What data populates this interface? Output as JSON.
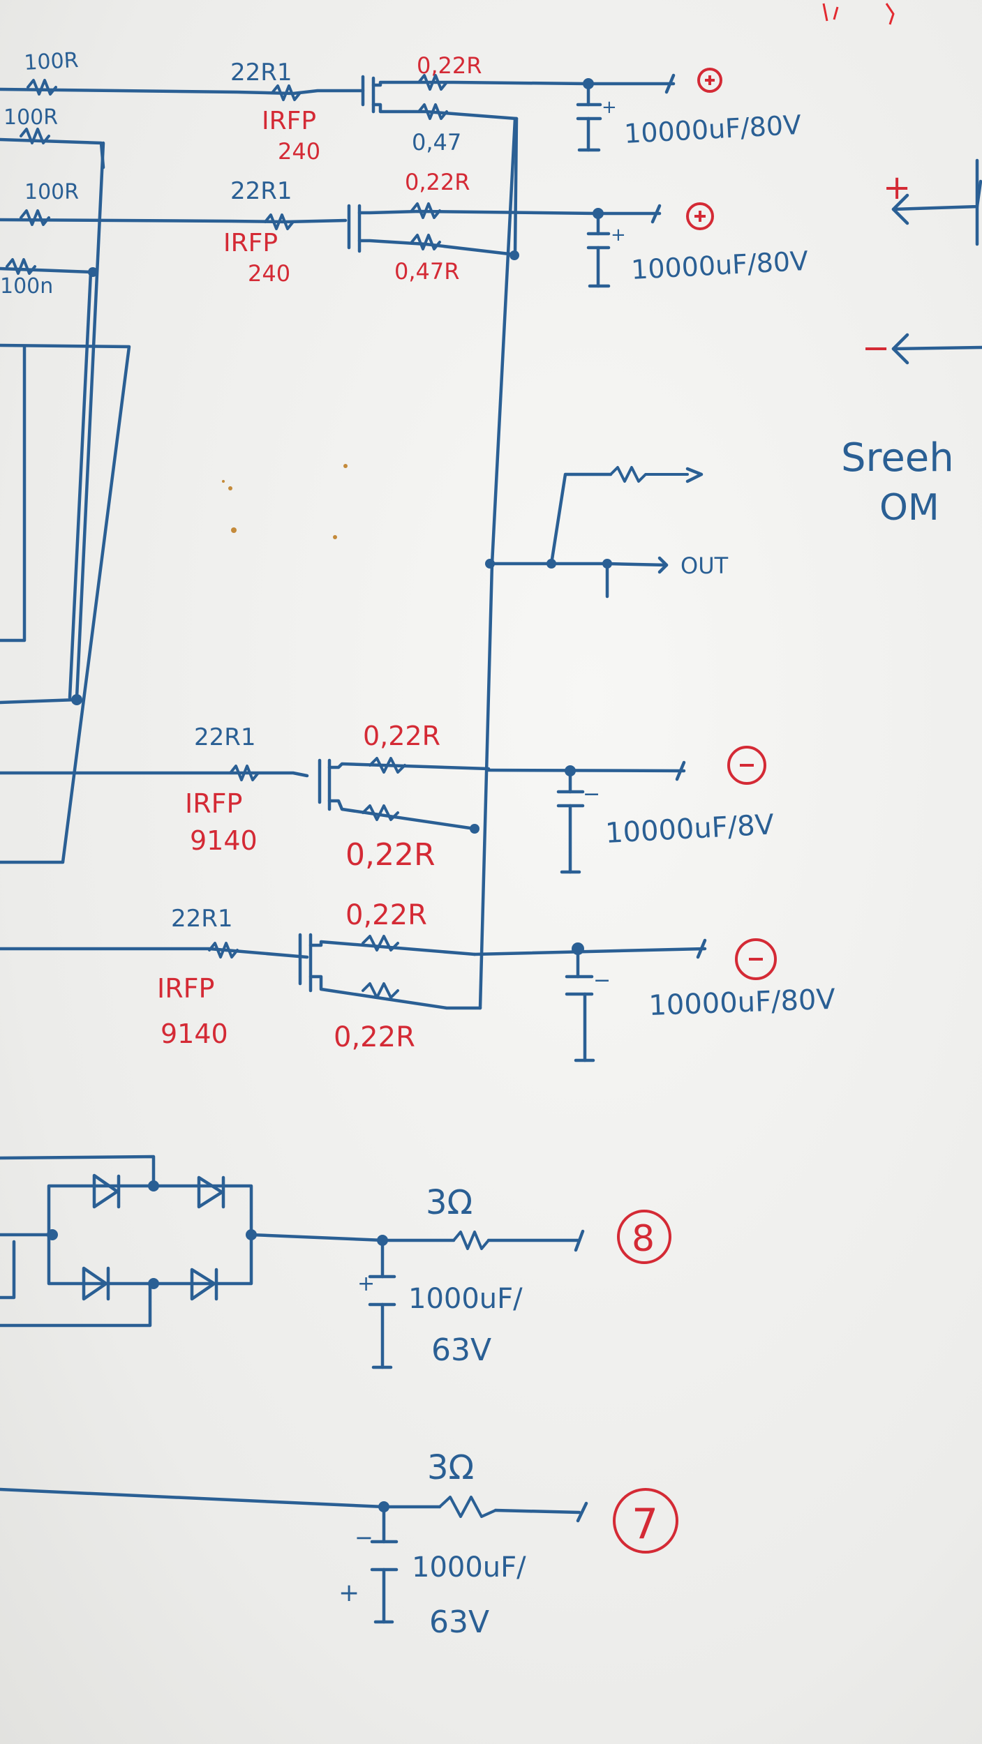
{
  "labels": {
    "r_top_1": "100R",
    "r_top_2": "100R",
    "r_top_3": "100R",
    "r_top_4": "100n",
    "gate_q1": "22R1",
    "gate_q2": "22R1",
    "gate_q3": "22R1",
    "gate_q4": "22R1",
    "q1_type": "IRFP",
    "q1_num": "240",
    "q2_type": "IRFP",
    "q2_num": "240",
    "q3_type": "IRFP",
    "q3_num": "9140",
    "q4_type": "IRFP",
    "q4_num": "9140",
    "rs_q1_a": "0,22R",
    "rs_q1_b": "0,47",
    "rs_q2_a": "0,22R",
    "rs_q2_b": "0,47R",
    "rs_q3_a": "0,22R",
    "rs_q3_b": "0,22R",
    "rs_q4_a": "0,22R",
    "rs_q4_b": "0,22R",
    "cap_1": "10000uF/80V",
    "cap_2": "10000uF/80V",
    "cap_3": "10000uF/8V",
    "cap_4": "10000uF/80V",
    "out": "OUT",
    "r_psu_8": "3Ω",
    "r_psu_7": "3Ω",
    "cap_psu_8_a": "1000uF/",
    "cap_psu_8_b": "63V",
    "cap_psu_7_a": "1000uF/",
    "cap_psu_7_b": "63V",
    "node_8": "8",
    "node_7": "7",
    "right_1": "Sreeh",
    "right_2": "OM",
    "right_plus": "+",
    "right_minus": "−",
    "pol_plus": "+",
    "pol_minus": "−"
  }
}
